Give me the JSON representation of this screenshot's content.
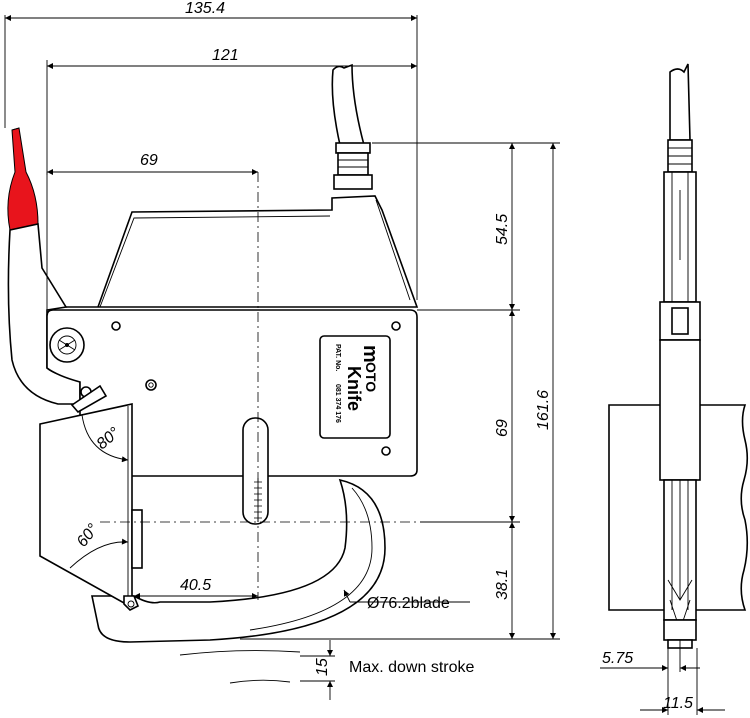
{
  "dimensions": {
    "overall_width": "135.4",
    "body_width": "121",
    "center_offset": "69",
    "upper_height": "54.5",
    "mid_height": "69",
    "total_height": "161.6",
    "lower_height": "38.1",
    "blade_offset": "40.5",
    "down_stroke": "15",
    "side_offset": "5.75",
    "side_width": "11.5"
  },
  "angles": {
    "upper": "80°",
    "lower": "60°"
  },
  "notes": {
    "blade_diameter": "Ø76.2blade",
    "max_down_stroke": "Max. down stroke"
  },
  "nameplate": {
    "brand_line_1": "OTO",
    "brand_line_2": "Knife",
    "patent_line_1": "PAT. No.",
    "patent_line_2": "081 374 176"
  },
  "colors": {
    "accent_red": "#e8141c",
    "line": "#000000"
  }
}
